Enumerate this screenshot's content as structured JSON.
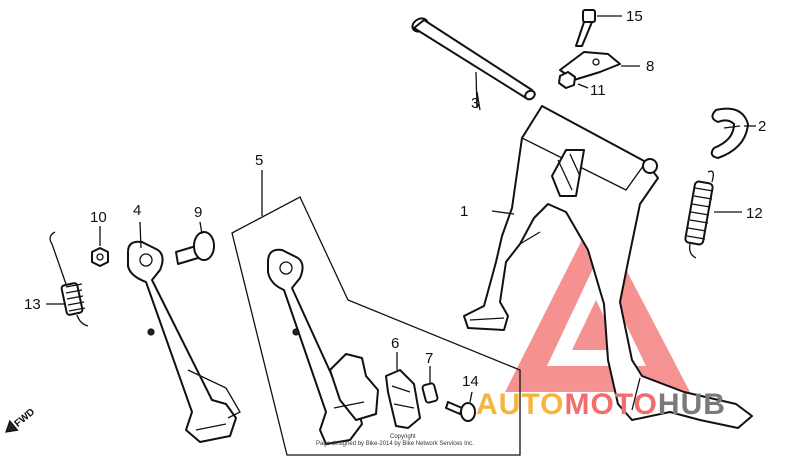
{
  "callouts": [
    {
      "id": "1",
      "label": "1"
    },
    {
      "id": "2",
      "label": "2"
    },
    {
      "id": "3",
      "label": "3"
    },
    {
      "id": "4",
      "label": "4"
    },
    {
      "id": "5",
      "label": "5"
    },
    {
      "id": "6",
      "label": "6"
    },
    {
      "id": "7",
      "label": "7"
    },
    {
      "id": "8",
      "label": "8"
    },
    {
      "id": "9",
      "label": "9"
    },
    {
      "id": "10",
      "label": "10"
    },
    {
      "id": "11",
      "label": "11"
    },
    {
      "id": "12",
      "label": "12"
    },
    {
      "id": "13",
      "label": "13"
    },
    {
      "id": "14",
      "label": "14"
    },
    {
      "id": "15",
      "label": "15"
    }
  ],
  "direction_marker": {
    "label": "FWD"
  },
  "watermark": {
    "auto": "AUTO",
    "moto": "MOTO",
    "hub": "HUB",
    "colors": {
      "auto": "#f4b63e",
      "moto": "#f26d6d",
      "hub": "#7a7a7a",
      "triangle": "#f26d6d"
    }
  },
  "copyright": {
    "line1": "Copyright",
    "line2": "Page designed by Bike-2014 by Bike Network Services Inc."
  }
}
